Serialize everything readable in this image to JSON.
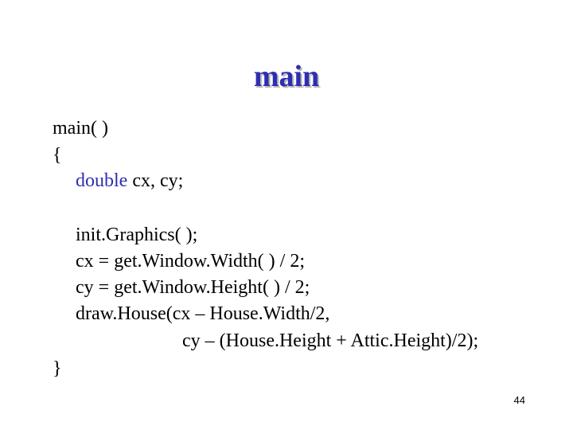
{
  "slide": {
    "title": "main",
    "title_color": "#2e2eb0",
    "keyword_color": "#2e2eb0",
    "page_number": "44"
  },
  "code": [
    {
      "text": "main( )"
    },
    {
      "text": "{"
    },
    {
      "keyword": "double",
      "text": " cx, cy;"
    },
    {
      "text": "init.Graphics( );"
    },
    {
      "text": "cx = get.Window.Width( ) / 2;"
    },
    {
      "text": "cy = get.Window.Height( ) / 2;"
    },
    {
      "text": "draw.House(cx – House.Width/2,"
    },
    {
      "text": "cy – (House.Height + Attic.Height)/2);"
    },
    {
      "text": "}"
    }
  ]
}
